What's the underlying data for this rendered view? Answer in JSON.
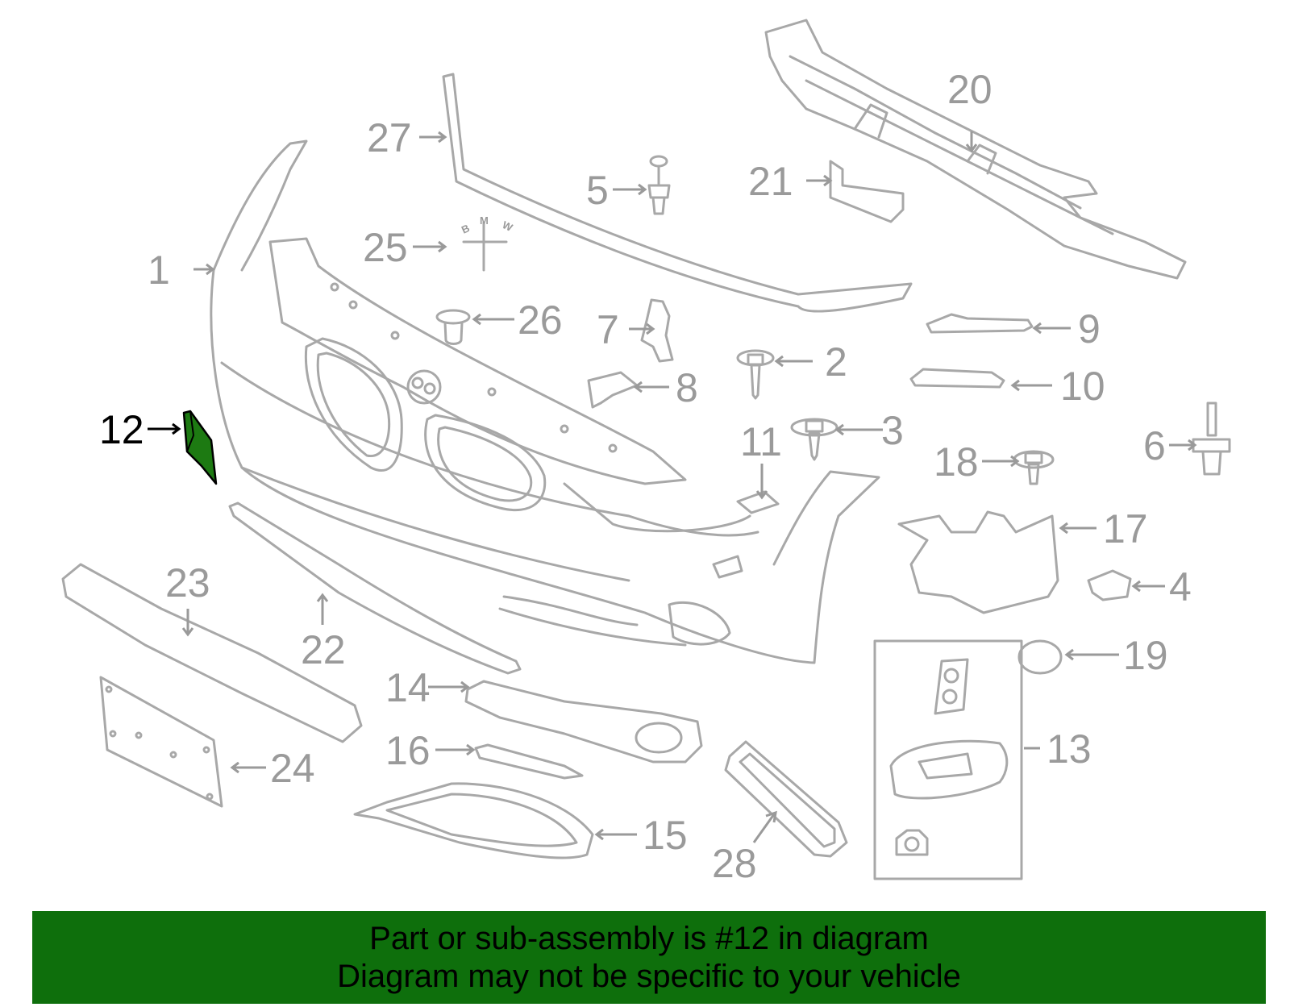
{
  "diagram": {
    "colors": {
      "part_stroke": "#a8a8a8",
      "label": "#9a9a9a",
      "highlight_fill": "#1d7a12",
      "highlight_label": "#000000"
    },
    "highlighted_part": "12",
    "callouts": {
      "c1": "1",
      "c2": "2",
      "c3": "3",
      "c4": "4",
      "c5": "5",
      "c6": "6",
      "c7": "7",
      "c8": "8",
      "c9": "9",
      "c10": "10",
      "c11": "11",
      "c12": "12",
      "c13": "13",
      "c14": "14",
      "c15": "15",
      "c16": "16",
      "c17": "17",
      "c18": "18",
      "c19": "19",
      "c20": "20",
      "c21": "21",
      "c22": "22",
      "c23": "23",
      "c24": "24",
      "c25": "25",
      "c26": "26",
      "c27": "27",
      "c28": "28"
    },
    "emblem_letters": {
      "b": "B",
      "m": "M",
      "w": "W"
    }
  },
  "banner": {
    "color": "#0e6f0c",
    "line1": "Part or sub-assembly is #12 in diagram",
    "line2": "Diagram may not be specific to your vehicle"
  }
}
